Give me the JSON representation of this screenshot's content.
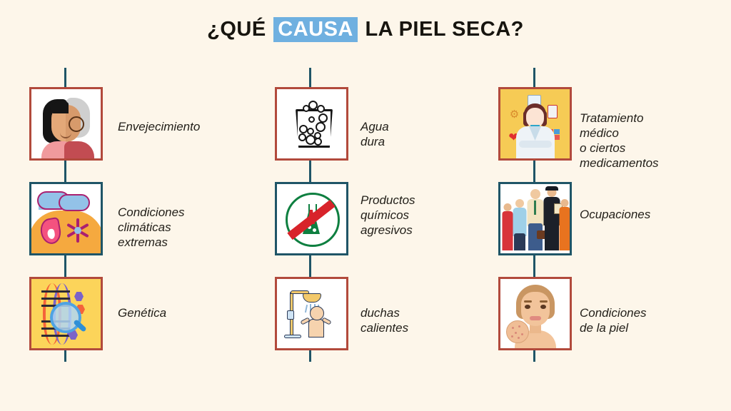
{
  "title": {
    "before": "¿QUÉ",
    "highlight": "CAUSA",
    "after": "LA PIEL SECA?"
  },
  "colors": {
    "background": "#FDF6EA",
    "title_text": "#17150F",
    "highlight_bg": "#6FB0E0",
    "highlight_text": "#FFFFFF",
    "rail": "#1F5567",
    "border_red": "#B24A3C",
    "border_teal": "#1F5567",
    "label_text": "#211E18"
  },
  "columns": [
    {
      "name": "column-1",
      "items": [
        {
          "label": "Envejecimiento",
          "icon": "aging-face-icon",
          "border": "red"
        },
        {
          "label": "Condiciones\nclimáticas extremas",
          "icon": "extreme-weather-icon",
          "border": "teal"
        },
        {
          "label": "Genética",
          "icon": "dna-magnifier-icon",
          "border": "red"
        }
      ]
    },
    {
      "name": "column-2",
      "items": [
        {
          "label": "Agua dura",
          "icon": "water-glass-bubbles-icon",
          "border": "red"
        },
        {
          "label": "Productos\nquímicos\nagresivos",
          "icon": "no-harsh-chemicals-icon",
          "border": "teal"
        },
        {
          "label": "duchas calientes",
          "icon": "hot-shower-icon",
          "border": "red"
        }
      ]
    },
    {
      "name": "column-3",
      "items": [
        {
          "label": "Tratamiento médico\no ciertos medicamentos",
          "icon": "medical-treatment-icon",
          "border": "red"
        },
        {
          "label": "Ocupaciones",
          "icon": "occupations-people-icon",
          "border": "teal"
        },
        {
          "label": "Condiciones de la piel",
          "icon": "skin-condition-face-icon",
          "border": "red"
        }
      ]
    }
  ]
}
